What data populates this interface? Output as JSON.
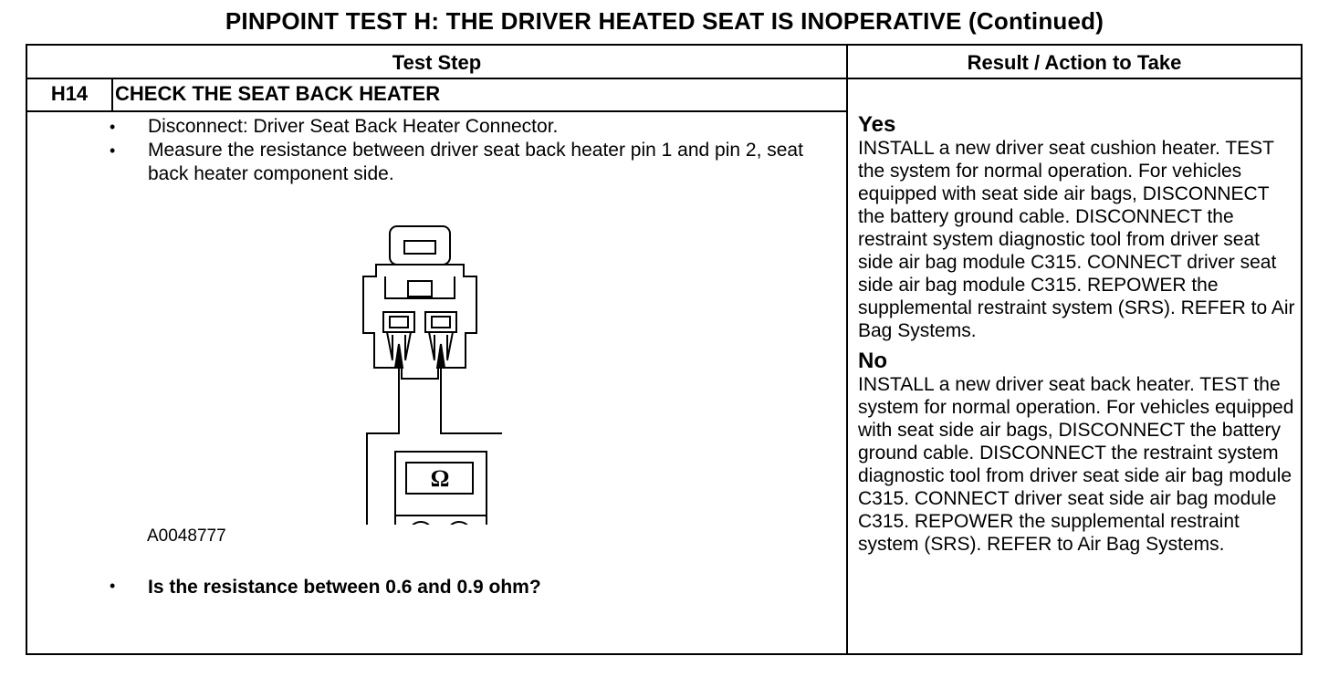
{
  "title": "PINPOINT TEST  H: THE DRIVER HEATED SEAT IS INOPERATIVE (Continued)",
  "table": {
    "col_test_step": "Test Step",
    "col_result": "Result / Action to Take"
  },
  "step": {
    "id": "H14",
    "title": "CHECK THE SEAT BACK HEATER",
    "bullets": [
      "Disconnect: Driver Seat Back Heater Connector.",
      "Measure the resistance between driver seat back heater pin 1 and pin 2, seat back heater component side."
    ],
    "figure": {
      "id": "A0048777",
      "meter_symbol": "Ω",
      "plus_symbol": "+",
      "minus_symbol": "−",
      "icons": [
        "connector-icon",
        "ohmmeter-icon"
      ]
    },
    "question": "Is the resistance between 0.6 and 0.9 ohm?"
  },
  "results": {
    "yes": {
      "label": "Yes",
      "text": "INSTALL a new driver seat cushion heater. TEST the system for normal operation. For vehicles equipped with seat side air bags, DISCONNECT the battery ground cable. DISCONNECT the restraint system diagnostic tool from driver seat side air bag  module C315. CONNECT driver seat side air bag module C315. REPOWER the supplemental restraint system (SRS). REFER to Air Bag Systems."
    },
    "no": {
      "label": "No",
      "text": "INSTALL a new driver seat back heater. TEST the system for normal operation. For vehicles equipped with seat side air bags, DISCONNECT the battery ground cable. DISCONNECT the restraint system diagnostic tool from driver seat side air bag  module C315. CONNECT driver seat side air bag module C315. REPOWER the supplemental restraint system (SRS). REFER to Air Bag Systems."
    }
  }
}
